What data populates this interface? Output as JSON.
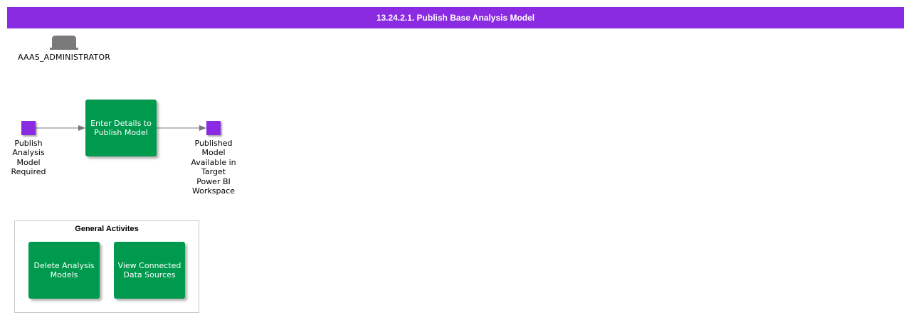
{
  "title": "13.24.2.1. Publish Base Analysis Model",
  "role": {
    "label": "AAAS_ADMINISTRATOR",
    "icon": "role-hat-icon"
  },
  "flow": {
    "start_event": {
      "label": "Publish\nAnalysis\nModel\nRequired"
    },
    "task": {
      "label": "Enter Details to\nPublish Model"
    },
    "end_event": {
      "label": "Published\nModel\nAvailable in\nTarget\nPower BI\nWorkspace"
    }
  },
  "general": {
    "title": "General Activites",
    "items": [
      {
        "label": "Delete Analysis\nModels"
      },
      {
        "label": "View Connected\nData Sources"
      }
    ]
  },
  "colors": {
    "header": "#8a2be2",
    "event": "#8a2be2",
    "task": "#009a4e",
    "connector": "#777777"
  }
}
